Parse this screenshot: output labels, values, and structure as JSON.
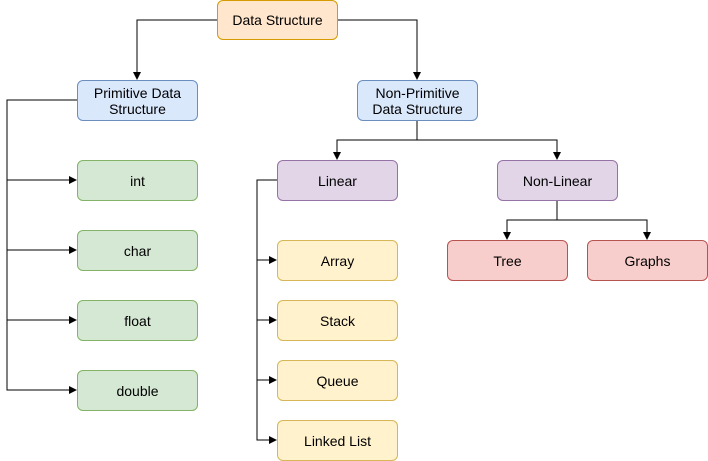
{
  "root": {
    "label": "Data Structure"
  },
  "primitive": {
    "label_line1": "Primitive Data",
    "label_line2": "Structure",
    "children": [
      "int",
      "char",
      "float",
      "double"
    ]
  },
  "non_primitive": {
    "label_line1": "Non-Primitive",
    "label_line2": "Data Structure"
  },
  "linear": {
    "label": "Linear",
    "children": [
      "Array",
      "Stack",
      "Queue",
      "Linked List"
    ]
  },
  "non_linear": {
    "label": "Non-Linear",
    "children": [
      "Tree",
      "Graphs"
    ]
  },
  "colors": {
    "root": "#ffe6cc",
    "level1": "#dae8fc",
    "primitive_types": "#d5e8d4",
    "category": "#e1d5e7",
    "linear_types": "#fff2cc",
    "non_linear_types": "#f8cecc",
    "connector": "#000000"
  }
}
